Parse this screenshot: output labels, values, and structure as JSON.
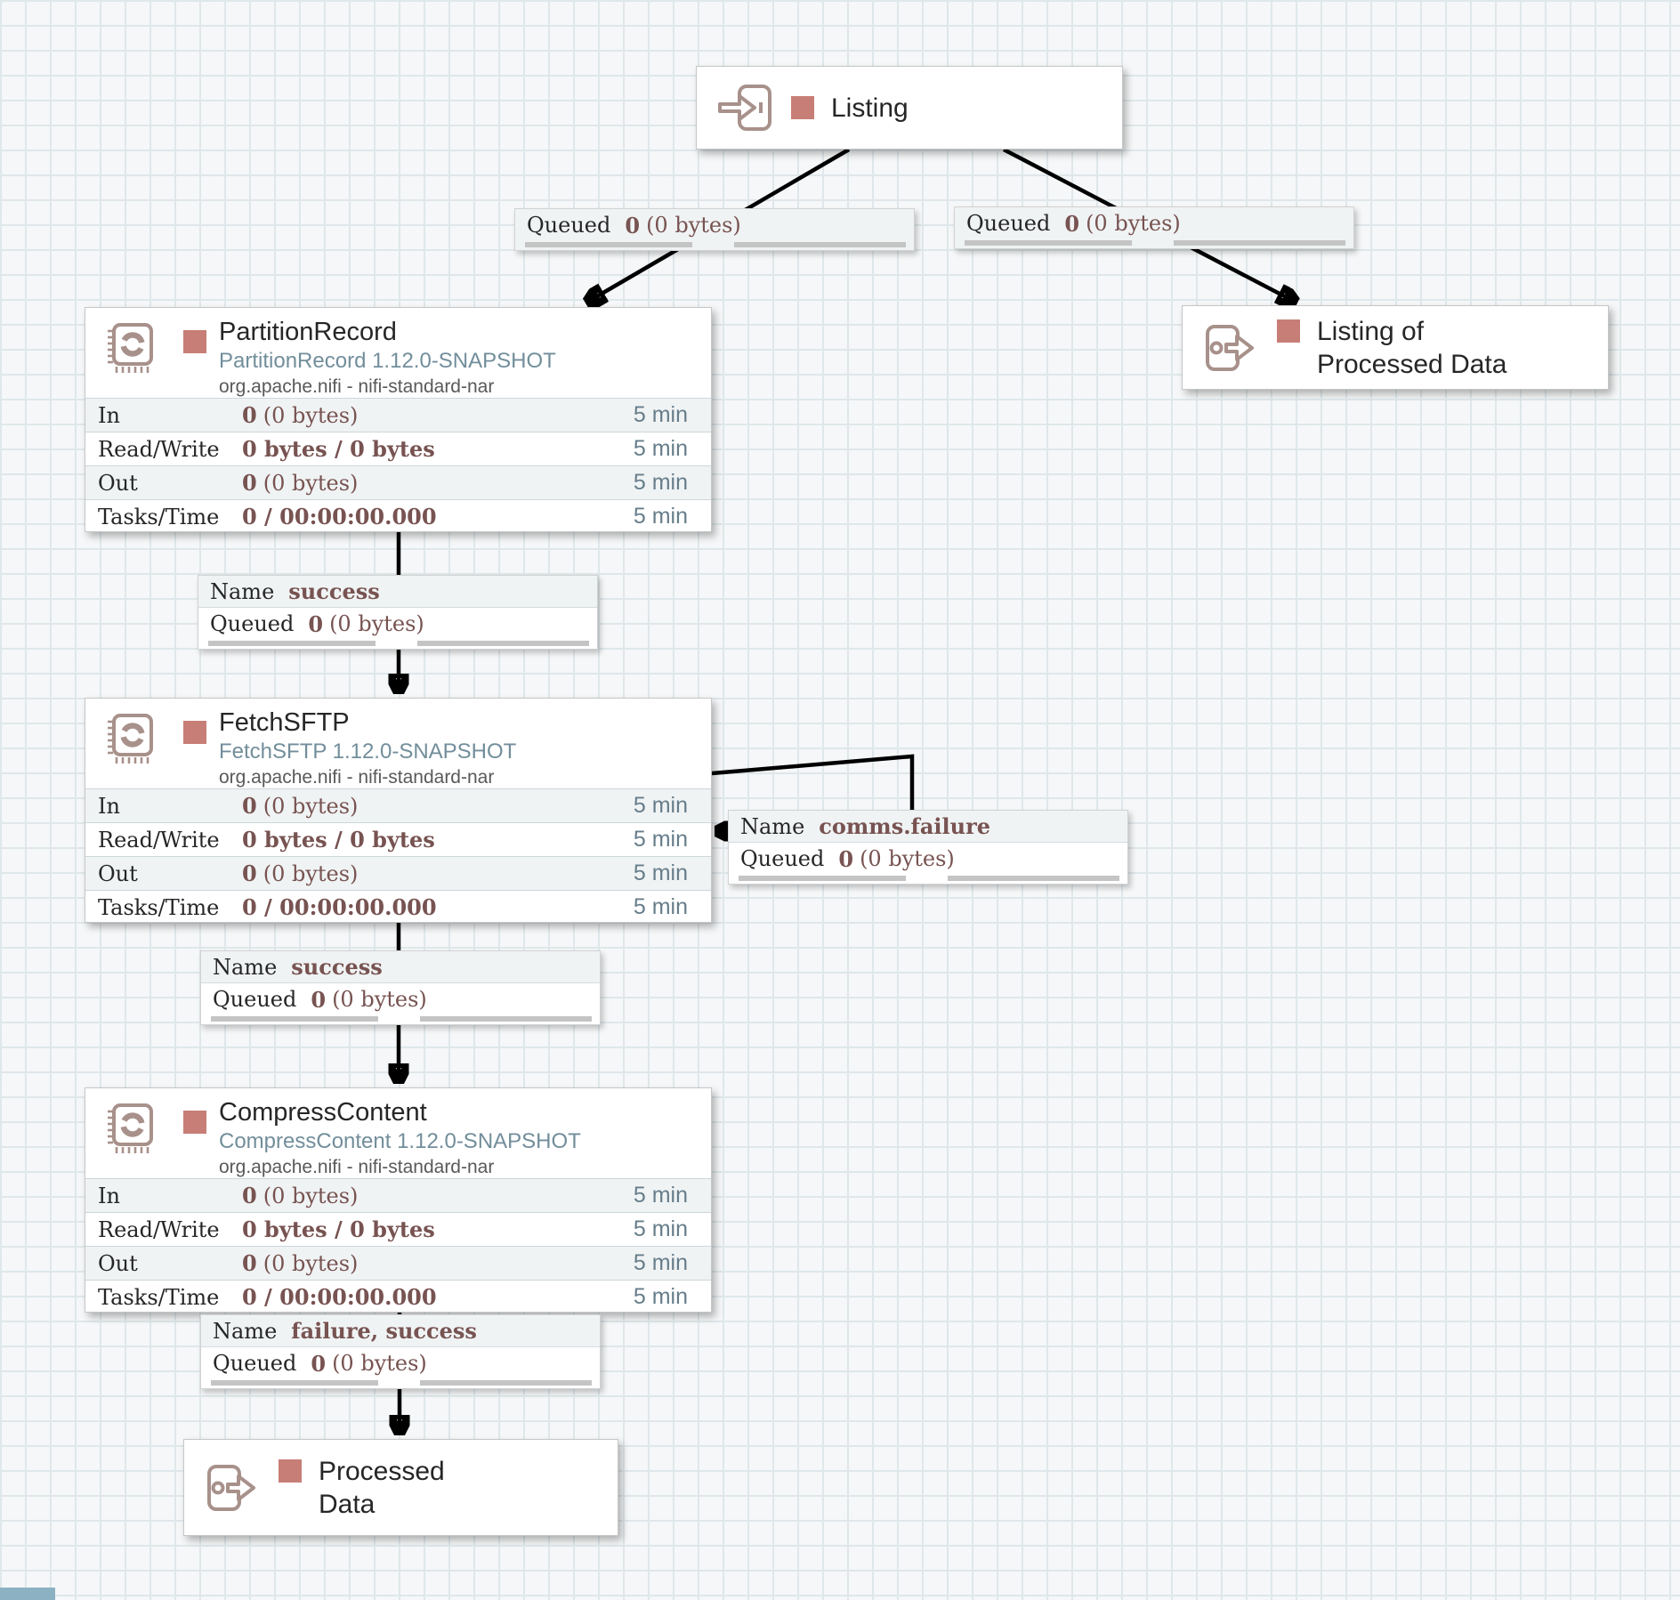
{
  "app": "Apache NiFi flow canvas",
  "colors": {
    "stopped_status": "#c77e76",
    "component_icon": "#a8918b",
    "stat_value": "#775351",
    "stat_window": "#667d8a",
    "version_text": "#728e9b",
    "connection_line": "#000000"
  },
  "ports": {
    "listing": {
      "title": "Listing"
    },
    "listing_of_processed_data": {
      "title_line1": "Listing of",
      "title_line2": "Processed Data"
    },
    "processed_data": {
      "title_line1": "Processed",
      "title_line2": "Data"
    }
  },
  "processors": {
    "partition_record": {
      "name": "PartitionRecord",
      "version": "PartitionRecord 1.12.0-SNAPSHOT",
      "bundle": "org.apache.nifi - nifi-standard-nar",
      "stats": [
        {
          "label": "In",
          "strong": "0",
          "rest": "(0 bytes)",
          "window": "5 min"
        },
        {
          "label": "Read/Write",
          "strong": "0 bytes / 0 bytes",
          "rest": "",
          "window": "5 min"
        },
        {
          "label": "Out",
          "strong": "0",
          "rest": "(0 bytes)",
          "window": "5 min"
        },
        {
          "label": "Tasks/Time",
          "strong": "0 / 00:00:00.000",
          "rest": "",
          "window": "5 min"
        }
      ]
    },
    "fetch_sftp": {
      "name": "FetchSFTP",
      "version": "FetchSFTP 1.12.0-SNAPSHOT",
      "bundle": "org.apache.nifi - nifi-standard-nar",
      "stats": [
        {
          "label": "In",
          "strong": "0",
          "rest": "(0 bytes)",
          "window": "5 min"
        },
        {
          "label": "Read/Write",
          "strong": "0 bytes / 0 bytes",
          "rest": "",
          "window": "5 min"
        },
        {
          "label": "Out",
          "strong": "0",
          "rest": "(0 bytes)",
          "window": "5 min"
        },
        {
          "label": "Tasks/Time",
          "strong": "0 / 00:00:00.000",
          "rest": "",
          "window": "5 min"
        }
      ]
    },
    "compress_content": {
      "name": "CompressContent",
      "version": "CompressContent 1.12.0-SNAPSHOT",
      "bundle": "org.apache.nifi - nifi-standard-nar",
      "stats": [
        {
          "label": "In",
          "strong": "0",
          "rest": "(0 bytes)",
          "window": "5 min"
        },
        {
          "label": "Read/Write",
          "strong": "0 bytes / 0 bytes",
          "rest": "",
          "window": "5 min"
        },
        {
          "label": "Out",
          "strong": "0",
          "rest": "(0 bytes)",
          "window": "5 min"
        },
        {
          "label": "Tasks/Time",
          "strong": "0 / 00:00:00.000",
          "rest": "",
          "window": "5 min"
        }
      ]
    }
  },
  "connections": {
    "labels": {
      "name_label": "Name",
      "queued_label": "Queued"
    },
    "listing_to_partitionrecord": {
      "queued_strong": "0",
      "queued_rest": "(0 bytes)"
    },
    "listing_to_output_port": {
      "queued_strong": "0",
      "queued_rest": "(0 bytes)"
    },
    "partitionrecord_success": {
      "name_value": "success",
      "queued_strong": "0",
      "queued_rest": "(0 bytes)"
    },
    "fetchsftp_comms_failure": {
      "name_value": "comms.failure",
      "queued_strong": "0",
      "queued_rest": "(0 bytes)"
    },
    "fetchsftp_success": {
      "name_value": "success",
      "queued_strong": "0",
      "queued_rest": "(0 bytes)"
    },
    "compresscontent_failure_success": {
      "name_value": "failure, success",
      "queued_strong": "0",
      "queued_rest": "(0 bytes)"
    }
  }
}
